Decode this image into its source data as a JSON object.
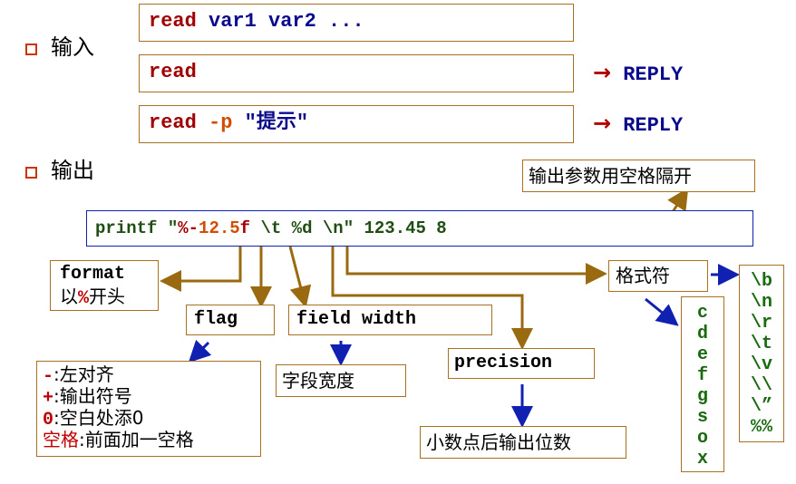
{
  "input_section": {
    "heading": "输入",
    "rows": [
      {
        "cmd": "read",
        "args": " var1 var2 ...",
        "extra": ""
      },
      {
        "cmd": "read",
        "args": "",
        "extra": "",
        "result": "REPLY"
      },
      {
        "cmd": "read",
        "flag": " -p",
        "extra": " \"提示\"",
        "result": "REPLY"
      }
    ]
  },
  "output_section": {
    "heading": "输出",
    "note": "输出参数用空格隔开",
    "printf": {
      "cmd": "printf ",
      "q1": "\"",
      "pct1": "%",
      "flag": "-",
      "width": "12",
      "dot": ".",
      "prec": "5",
      "conv": "f",
      "rest": " \\t %d \\n\" 123.45 8"
    },
    "format_box": {
      "line1": "format",
      "line2_pre": "以",
      "line2_pct": "%",
      "line2_post": "开头"
    },
    "flag_box": "flag",
    "field_width_box": "field width",
    "field_width_desc": "字段宽度",
    "precision_box": "precision",
    "precision_desc": "小数点后输出位数",
    "format_char_box": "格式符",
    "flag_items": [
      {
        "key": "-",
        "text": ":左对齐"
      },
      {
        "key": "+",
        "text": ":输出符号"
      },
      {
        "key": "0",
        "text": ":空白处添0"
      },
      {
        "key": "空格",
        "text": ":前面加一空格"
      }
    ],
    "conv_chars": [
      "c",
      "d",
      "e",
      "f",
      "g",
      "s",
      "o",
      "x"
    ],
    "escapes": [
      "\\b",
      "\\n",
      "\\r",
      "\\t",
      "\\v",
      "\\\\",
      "\\”",
      "%%"
    ]
  }
}
